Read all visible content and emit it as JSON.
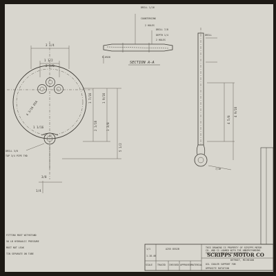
{
  "drawing": {
    "section_title": "SECTION A-A",
    "section_notes": [
      "DRILL 1/16",
      "COUNTERSINK",
      "2 HOLES"
    ],
    "section_depth_notes": [
      "DRILL 7/8",
      "DEPTH 1/4",
      "2 HOLES"
    ],
    "radius_note": "R.0928",
    "bottom_notes": [
      "DRILL 3/8",
      "TAP 3/4 PIPE THD"
    ],
    "side_note": "DRILL",
    "left_notes": [
      "FITTING MUST WITHSTAND",
      "50 LB HYDRAULIC PRESSURE",
      "MUST NOT LEAK",
      "TIN SEPARATE ON TUBE"
    ],
    "dimensions": [
      "3 1/4",
      "1 1/2",
      "2 1/8",
      "1 1/16",
      "4 3/16 DIA",
      "1 7/16",
      "1 9/16",
      "2 1/16",
      "1 3/8",
      "5 1/2",
      "3/8",
      "1/4",
      "4 5/8",
      "4 9/16",
      "7/16"
    ]
  },
  "title_block": {
    "company": "SCRIPPS MOTOR CO",
    "company_sub": "DETROIT, MICHIGAN",
    "part_title_1": "OIL COOLER SUPPORT FOR",
    "part_title_2": "OPPOSITE ROTATION",
    "drawing_number": "A255 8552B",
    "date": "1-18-46",
    "scale": "1/1",
    "column_headers": [
      "SCALE",
      "TRACED",
      "CHECKED",
      "APPROVED",
      "MATERIAL"
    ],
    "stamp_lines": [
      "THIS DRAWING IS PROPERTY OF SCRIPPS MOTOR",
      "CO. AND IS LOANED WITH THE UNDERSTANDING",
      "THAT IT IS NOT TO BE REPRODUCED"
    ]
  },
  "colors": {
    "background": "#1d1a15",
    "paper": "#d8d6ce",
    "ink": "#3d3a34"
  }
}
